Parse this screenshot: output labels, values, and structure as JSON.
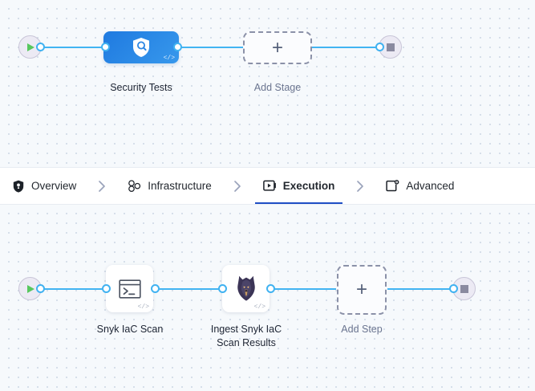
{
  "tabs": {
    "separator": "chevron-right",
    "items": [
      {
        "label": "Overview",
        "icon": "shield-icon",
        "active": false
      },
      {
        "label": "Infrastructure",
        "icon": "nodes-icon",
        "active": false
      },
      {
        "label": "Execution",
        "icon": "play-in-box-icon",
        "active": true
      },
      {
        "label": "Advanced",
        "icon": "settings-card-icon",
        "active": false
      }
    ]
  },
  "stage_pipeline": {
    "start_icon": "play-icon",
    "end_icon": "stop-icon",
    "nodes": [
      {
        "label": "Security Tests",
        "icon": "shield-search-icon",
        "type": "stage",
        "code_badge": "</>"
      },
      {
        "label": "Add Stage",
        "icon": "plus-icon",
        "type": "add"
      }
    ]
  },
  "step_pipeline": {
    "start_icon": "play-icon",
    "end_icon": "stop-icon",
    "nodes": [
      {
        "label": "Snyk IaC Scan",
        "icon": "terminal-icon",
        "type": "step",
        "code_badge": "</>"
      },
      {
        "label": "Ingest Snyk IaC\nScan Results",
        "label_line1": "Ingest Snyk IaC",
        "label_line2": "Scan Results",
        "icon": "snyk-dog-icon",
        "type": "step",
        "code_badge": "</>"
      },
      {
        "label": "Add Step",
        "icon": "plus-icon",
        "type": "add"
      }
    ]
  },
  "colors": {
    "connector": "#42b4f2",
    "stage_node": "#2b86e4",
    "active_tab_underline": "#1f4ec4",
    "start_marker": "#57c75e",
    "end_marker": "#8a8aa0",
    "canvas_bg": "#f6f9fc"
  },
  "plus_glyph": "+"
}
